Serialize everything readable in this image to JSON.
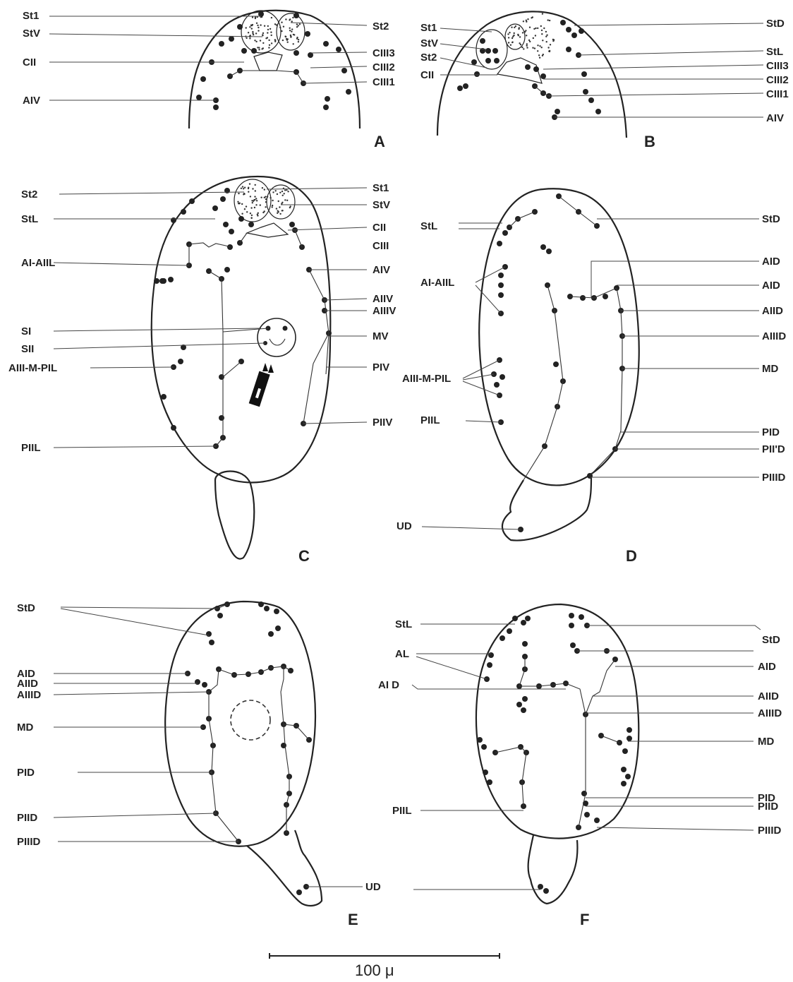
{
  "panels": {
    "A": {
      "letter": "A",
      "left_labels": [
        {
          "id": "st1",
          "text": "St1"
        },
        {
          "id": "stv",
          "text": "StV"
        },
        {
          "id": "cii",
          "text": "CII"
        },
        {
          "id": "aiv",
          "text": "AIV"
        }
      ],
      "right_labels": [
        {
          "id": "st2",
          "text": "St2"
        },
        {
          "id": "ciii3",
          "text": "CIII3"
        },
        {
          "id": "ciii2",
          "text": "CIII2"
        },
        {
          "id": "ciii1",
          "text": "CIII1"
        }
      ]
    },
    "B": {
      "letter": "B",
      "left_labels": [
        {
          "id": "st1",
          "text": "St1"
        },
        {
          "id": "stv",
          "text": "StV"
        },
        {
          "id": "st2",
          "text": "St2"
        },
        {
          "id": "cii",
          "text": "CII"
        }
      ],
      "right_labels": [
        {
          "id": "std",
          "text": "StD"
        },
        {
          "id": "stl",
          "text": "StL"
        },
        {
          "id": "ciii3",
          "text": "CIII3"
        },
        {
          "id": "ciii2",
          "text": "CIII2"
        },
        {
          "id": "ciii1",
          "text": "CIII1"
        },
        {
          "id": "aiv",
          "text": "AIV"
        }
      ]
    },
    "C": {
      "letter": "C",
      "left_labels": [
        {
          "id": "st2",
          "text": "St2"
        },
        {
          "id": "stl",
          "text": "StL"
        },
        {
          "id": "ai-aiil",
          "text": "AI-AIIL"
        },
        {
          "id": "si",
          "text": "SI"
        },
        {
          "id": "sii",
          "text": "SII"
        },
        {
          "id": "aiii-m-pil",
          "text": "AIII-M-PIL"
        },
        {
          "id": "piil",
          "text": "PIIL"
        }
      ],
      "right_labels": [
        {
          "id": "st1",
          "text": "St1"
        },
        {
          "id": "stv",
          "text": "StV"
        },
        {
          "id": "cii",
          "text": "CII"
        },
        {
          "id": "ciii",
          "text": "CIII"
        },
        {
          "id": "aiv",
          "text": "AIV"
        },
        {
          "id": "aiiv",
          "text": "AIIV"
        },
        {
          "id": "aiiiv",
          "text": "AIIIV"
        },
        {
          "id": "mv",
          "text": "MV"
        },
        {
          "id": "piv",
          "text": "PIV"
        },
        {
          "id": "piiv",
          "text": "PIIV"
        }
      ]
    },
    "D": {
      "letter": "D",
      "left_labels": [
        {
          "id": "stl",
          "text": "StL"
        },
        {
          "id": "ai-aiil",
          "text": "AI-AIIL"
        },
        {
          "id": "aiii-m-pil",
          "text": "AIII-M-PIL"
        },
        {
          "id": "piil",
          "text": "PIIL"
        },
        {
          "id": "ud",
          "text": "UD"
        }
      ],
      "right_labels": [
        {
          "id": "std",
          "text": "StD"
        },
        {
          "id": "aid-1",
          "text": "AID"
        },
        {
          "id": "aid-2",
          "text": "AID"
        },
        {
          "id": "aiid",
          "text": "AIID"
        },
        {
          "id": "aiiid",
          "text": "AIIID"
        },
        {
          "id": "md",
          "text": "MD"
        },
        {
          "id": "pid",
          "text": "PID"
        },
        {
          "id": "piid",
          "text": "PII'D"
        },
        {
          "id": "piiid",
          "text": "PIIID"
        }
      ]
    },
    "E": {
      "letter": "E",
      "left_labels": [
        {
          "id": "std",
          "text": "StD"
        },
        {
          "id": "aid",
          "text": "AID"
        },
        {
          "id": "aiid",
          "text": "AIID"
        },
        {
          "id": "aiiid",
          "text": "AIIID"
        },
        {
          "id": "md",
          "text": "MD"
        },
        {
          "id": "pid",
          "text": "PID"
        },
        {
          "id": "piid",
          "text": "PIID"
        },
        {
          "id": "piiid",
          "text": "PIIID"
        }
      ],
      "right_labels": [
        {
          "id": "ud",
          "text": "UD"
        }
      ]
    },
    "F": {
      "letter": "F",
      "left_labels": [
        {
          "id": "stl",
          "text": "StL"
        },
        {
          "id": "al",
          "text": "AL"
        },
        {
          "id": "aid-left",
          "text": "AI D"
        },
        {
          "id": "piil",
          "text": "PIIL"
        }
      ],
      "right_labels": [
        {
          "id": "std",
          "text": "StD"
        },
        {
          "id": "aid",
          "text": "AID"
        },
        {
          "id": "aiid",
          "text": "AIID"
        },
        {
          "id": "aiiid",
          "text": "AIIID"
        },
        {
          "id": "md",
          "text": "MD"
        },
        {
          "id": "pid",
          "text": "PID"
        },
        {
          "id": "piid",
          "text": "PIID"
        },
        {
          "id": "piiid",
          "text": "PIIID"
        }
      ]
    }
  },
  "scale_bar": {
    "label": "100 μ"
  }
}
